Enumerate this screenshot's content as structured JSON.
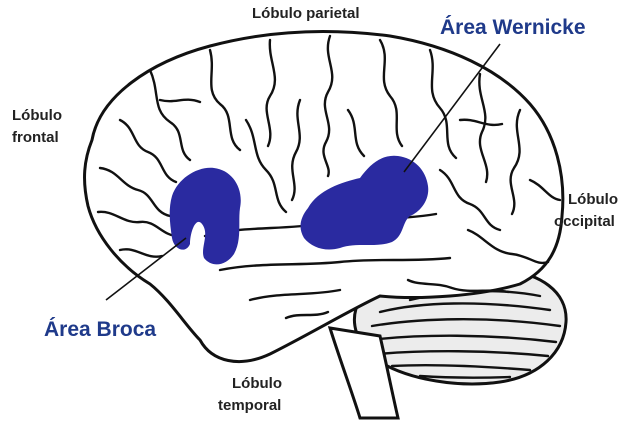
{
  "labels": {
    "parietal": "Lóbulo parietal",
    "wernicke": "Área Wernicke",
    "frontal_line1": "Lóbulo",
    "frontal_line2": "frontal",
    "occipital_line1": "Lóbulo",
    "occipital_line2": "occipital",
    "broca": "Área Broca",
    "temporal_line1": "Lóbulo",
    "temporal_line2": "temporal"
  },
  "colors": {
    "area_highlight": "#2a2aa0",
    "area_label": "#1f3a8a",
    "outline": "#111111",
    "brain_fill": "#ffffff",
    "cerebellum_fill": "#ececec"
  }
}
